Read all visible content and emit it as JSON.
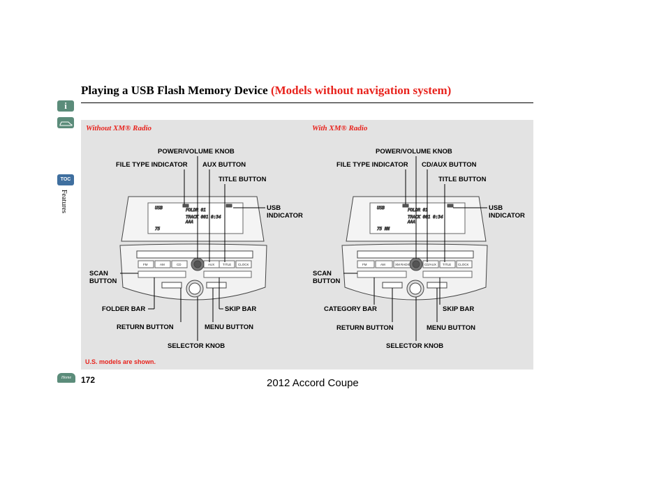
{
  "header": {
    "title_main": "Playing a USB Flash Memory Device",
    "title_red": "(Models without navigation system)"
  },
  "side": {
    "info_icon_text": "i",
    "toc_label": "TOC",
    "section_label": "Features",
    "home_label": "Home"
  },
  "left": {
    "subtitle": "Without XM® Radio",
    "power_knob": "POWER/VOLUME KNOB",
    "file_type": "FILE TYPE INDICATOR",
    "aux_button": "AUX BUTTON",
    "title_button": "TITLE BUTTON",
    "usb_indicator": "USB\nINDICATOR",
    "scan_button": "SCAN\nBUTTON",
    "folder_bar": "FOLDER BAR",
    "skip_bar": "SKIP BAR",
    "return_button": "RETURN BUTTON",
    "menu_button": "MENU BUTTON",
    "selector_knob": "SELECTOR KNOB"
  },
  "right": {
    "subtitle": "With XM® Radio",
    "power_knob": "POWER/VOLUME KNOB",
    "file_type": "FILE TYPE INDICATOR",
    "cd_aux_button": "CD/AUX BUTTON",
    "title_button": "TITLE BUTTON",
    "usb_indicator": "USB\nINDICATOR",
    "scan_button": "SCAN\nBUTTON",
    "category_bar": "CATEGORY BAR",
    "skip_bar": "SKIP BAR",
    "return_button": "RETURN BUTTON",
    "menu_button": "MENU BUTTON",
    "selector_knob": "SELECTOR KNOB"
  },
  "note": "U.S. models are shown.",
  "page_number": "172",
  "footer": "2012 Accord Coupe"
}
